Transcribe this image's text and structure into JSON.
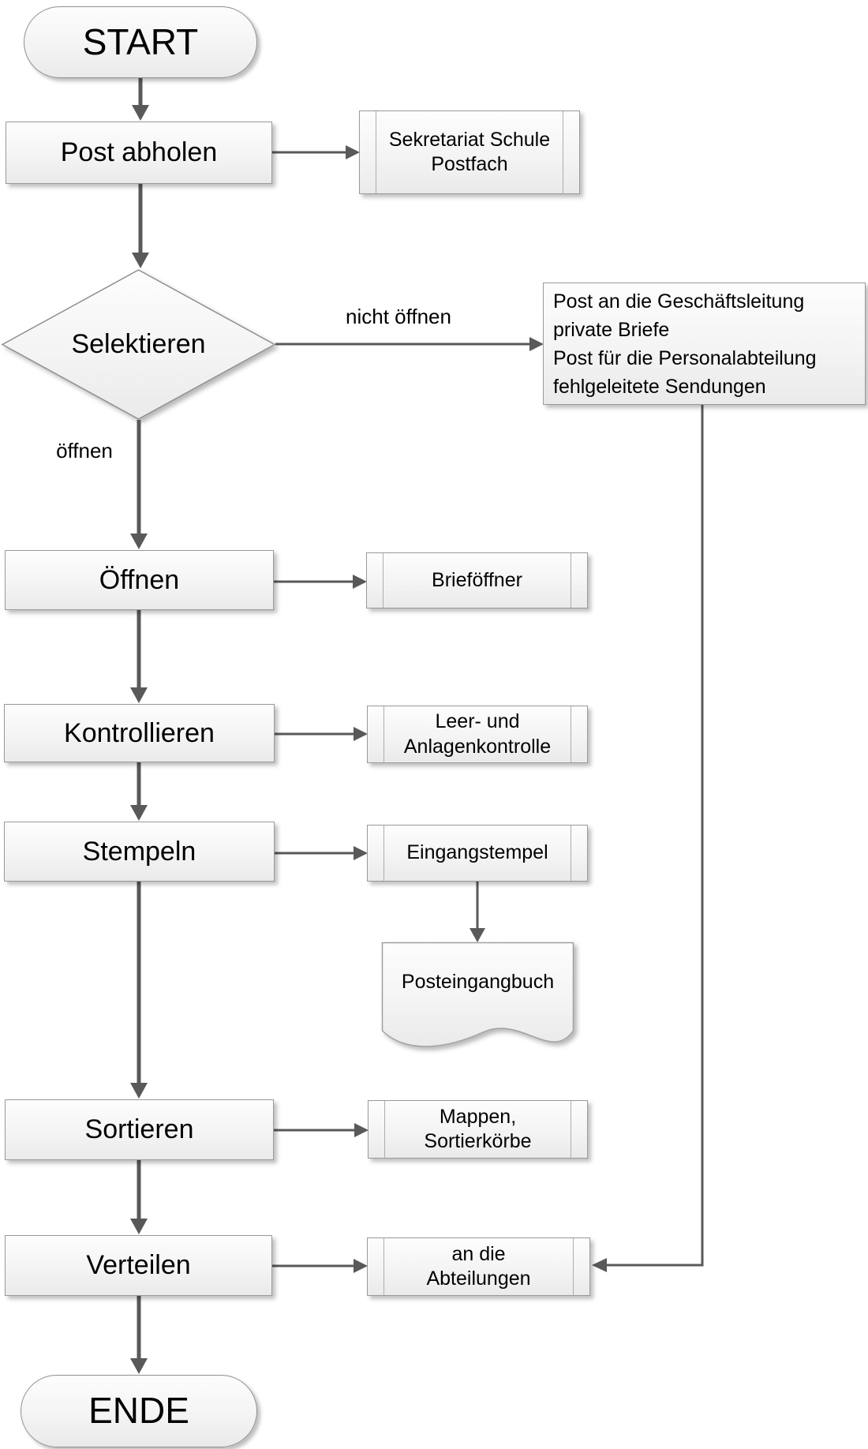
{
  "diagram": {
    "language": "de",
    "type": "flowchart",
    "nodes": {
      "start": {
        "label": "START",
        "shape": "terminator"
      },
      "post_abholen": {
        "label": "Post abholen",
        "shape": "process"
      },
      "sekretariat": {
        "lines": [
          "Sekretariat Schule",
          "Postfach"
        ],
        "shape": "predefined-process"
      },
      "selektieren": {
        "label": "Selektieren",
        "shape": "decision"
      },
      "branch_nicht_oeffnen": {
        "label": "nicht öffnen"
      },
      "branch_oeffnen": {
        "label": "öffnen"
      },
      "weiterleitung": {
        "lines": [
          "Post an die Geschäftsleitung",
          "private Briefe",
          "Post für die Personalabteilung",
          "fehlgeleitete Sendungen"
        ],
        "shape": "rectangle"
      },
      "oeffnen": {
        "label": "Öffnen",
        "shape": "process"
      },
      "briefoeffner": {
        "label": "Brieföffner",
        "shape": "predefined-process"
      },
      "kontrollieren": {
        "label": "Kontrollieren",
        "shape": "process"
      },
      "kontrolle": {
        "lines": [
          "Leer- und",
          "Anlagenkontrolle"
        ],
        "shape": "predefined-process"
      },
      "stempeln": {
        "label": "Stempeln",
        "shape": "process"
      },
      "eingangstempel": {
        "label": "Eingangstempel",
        "shape": "predefined-process"
      },
      "posteingangbuch": {
        "label": "Posteingangbuch",
        "shape": "document"
      },
      "sortieren": {
        "label": "Sortieren",
        "shape": "process"
      },
      "mappen": {
        "lines": [
          "Mappen,",
          "Sortierkörbe"
        ],
        "shape": "predefined-process"
      },
      "verteilen": {
        "label": "Verteilen",
        "shape": "process"
      },
      "abteilungen": {
        "lines": [
          "an die",
          "Abteilungen"
        ],
        "shape": "predefined-process"
      },
      "ende": {
        "label": "ENDE",
        "shape": "terminator"
      }
    },
    "colors": {
      "arrow": "#595959",
      "node_border": "#9a9a9a",
      "node_fill_top": "#fdfdfd",
      "node_fill_bottom": "#eaeaea",
      "text": "#000000",
      "background": "#ffffff"
    }
  }
}
